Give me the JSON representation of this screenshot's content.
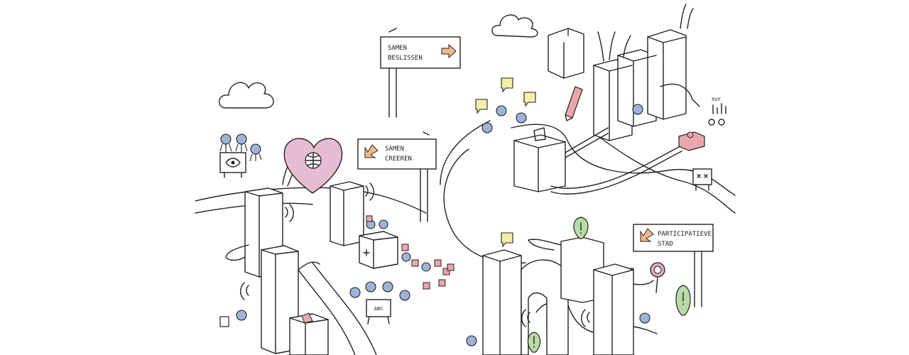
{
  "signs": {
    "samen_beslissen": [
      "SAMEN",
      "BESLISSEN"
    ],
    "samen_creeren": [
      "SAMEN",
      "CREEREN"
    ],
    "participatieve_stad": [
      "PARTICIPATIEVE",
      "STAD"
    ]
  },
  "screen_labels": {
    "abc_board": "ABC",
    "chart_label": "XoY"
  },
  "colors": {
    "ink": "#222222",
    "figure_blue": "#9fb3d8",
    "speech_yellow": "#f2f0a8",
    "heart_pink": "#e7bcd3",
    "block_pink": "#e9a7ae",
    "arrow_orange": "#f2b98a",
    "pin_green": "#b9dca6",
    "search_pink": "#e3a9c2"
  },
  "icons": [
    "cloud-icon",
    "heart-globe-icon",
    "eye-icon",
    "ballot-box-icon",
    "pencil-icon",
    "magnifier-icon",
    "location-pin-icon",
    "bar-chart-icon",
    "speaker-waves-icon"
  ]
}
